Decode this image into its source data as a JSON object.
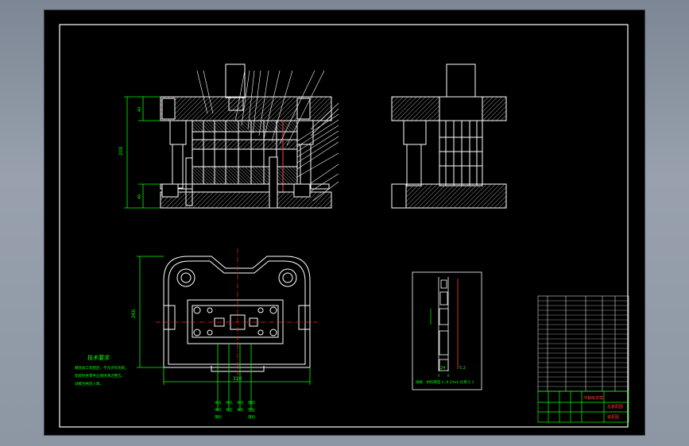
{
  "drawing": {
    "tech_requirements_title": "技术要求",
    "tech_requirements_lines": [
      "模具加工装配后，不允许有毛刺。",
      "装配时各零件应保持清洁整洁。",
      "试模合格后入库。"
    ],
    "layout_note": "排样：材料厚度 t=0.2mm 比例 1:1",
    "strip_dim_label": "5.2",
    "title_block": {
      "drawing_name": "冲裁级进模",
      "company_label": "总装配图",
      "sheet_label": "装配图"
    },
    "dimension_labels": {
      "front_height": "200",
      "front_top": "40",
      "front_bottom": "40",
      "plan_height": "260",
      "plan_width": "320",
      "strip_width": "24"
    },
    "bottom_callouts": [
      {
        "top": "冲孔",
        "mid": "冲孔",
        "bot": "落料"
      },
      {
        "top": "冲孔",
        "mid": "导正",
        "bot": ""
      },
      {
        "top": "冲孔",
        "mid": "冲孔",
        "bot": ""
      },
      {
        "top": "落料",
        "mid": "空位",
        "bot": "落料"
      }
    ]
  },
  "colors": {
    "background": "#000000",
    "geometry": "#ffffff",
    "dimension": "#00ff00",
    "centerline": "#ff2020",
    "hatch": "#c8c8c8",
    "part_red": "#ff4040",
    "title_red": "#ff3030"
  }
}
